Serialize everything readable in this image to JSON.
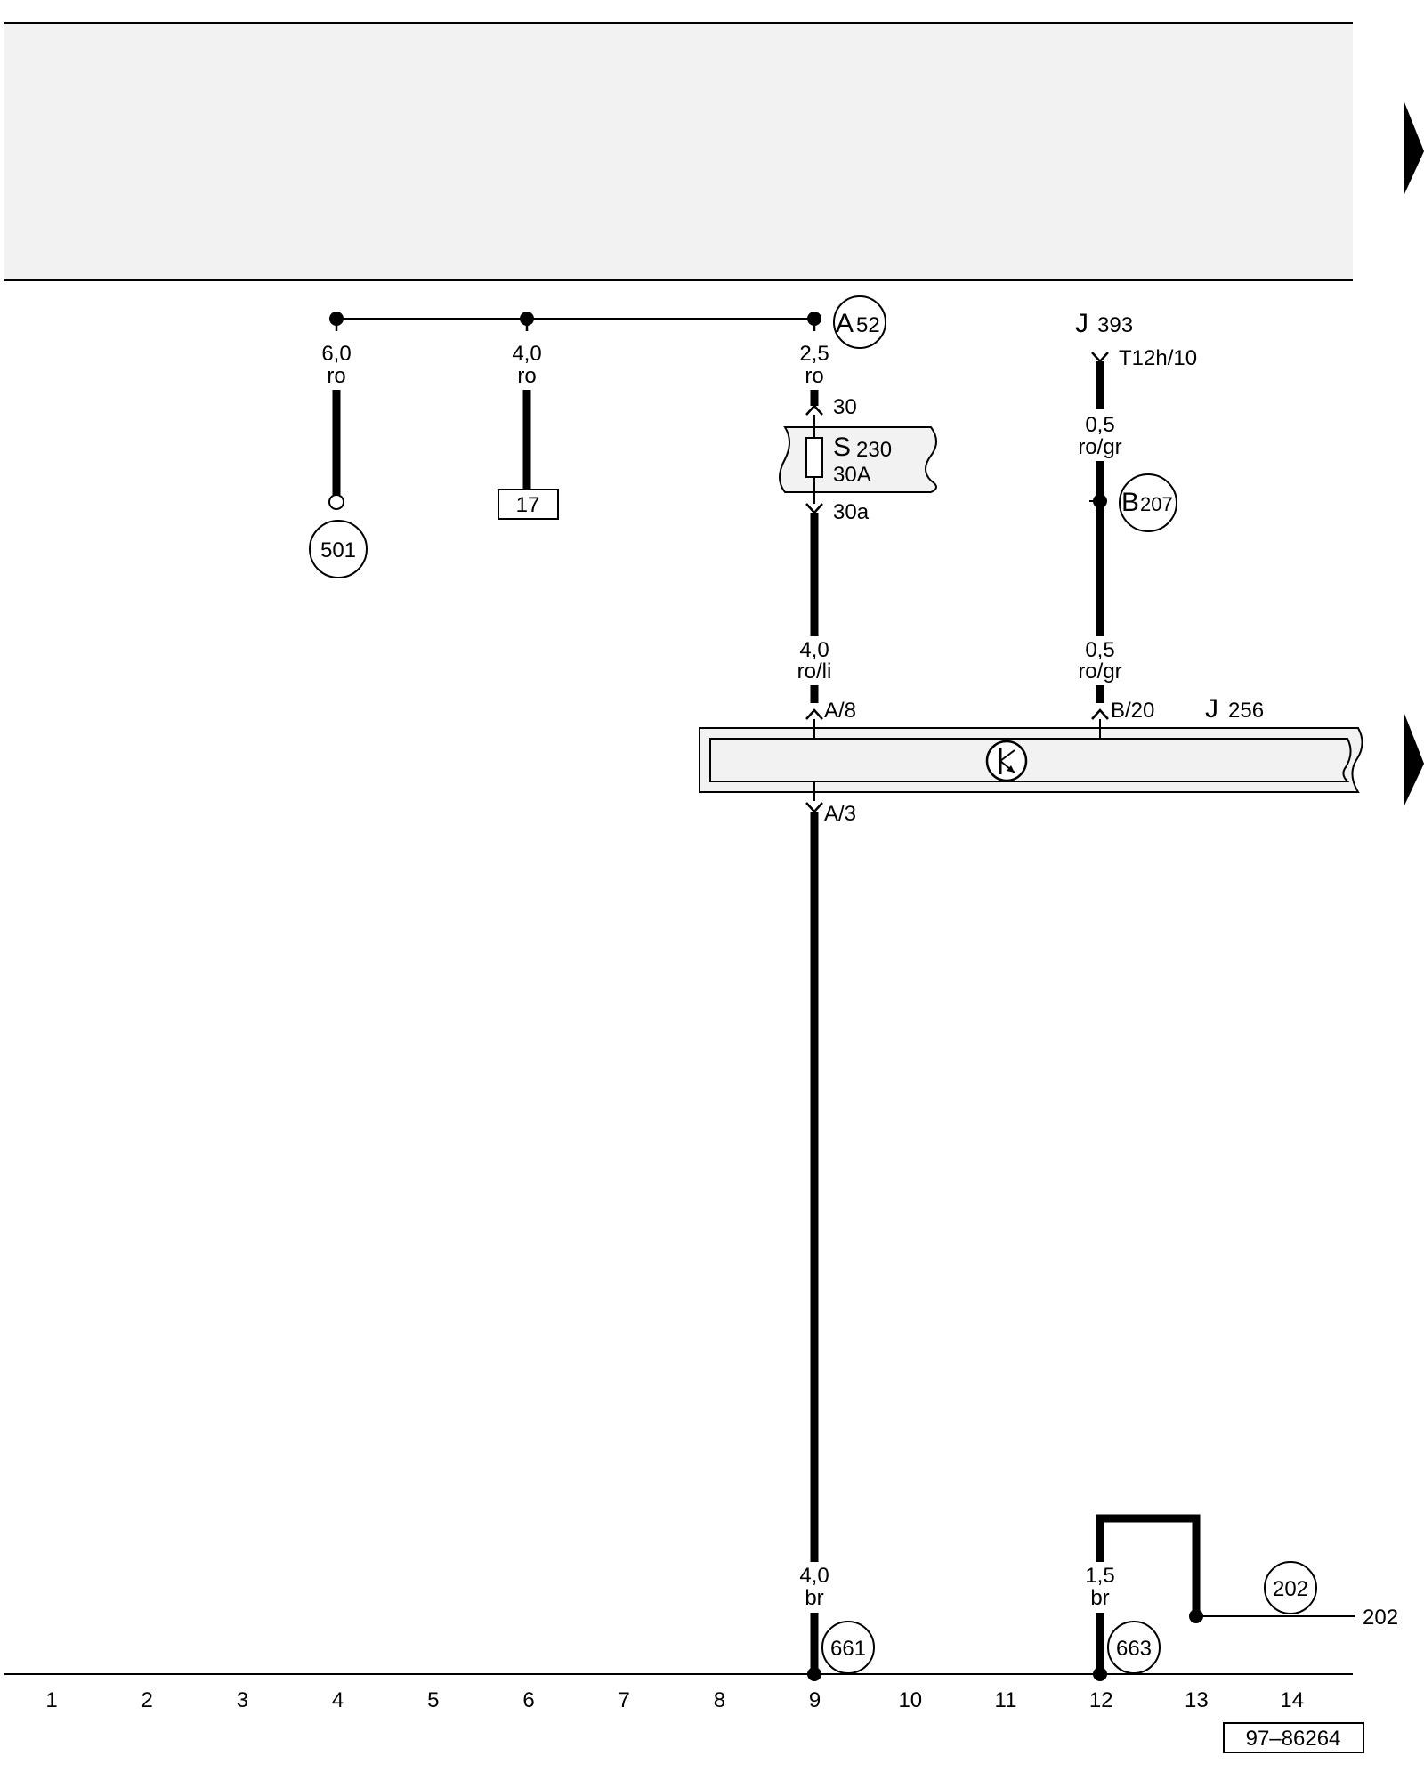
{
  "colors": {
    "line": "#000000",
    "panel": "#f2f2f2",
    "background": "#ffffff"
  },
  "wires": [
    {
      "size": "6,0",
      "color": "ro"
    },
    {
      "size": "4,0",
      "color": "ro"
    },
    {
      "size": "2,5",
      "color": "ro"
    },
    {
      "size": "0,5",
      "color": "ro/gr"
    },
    {
      "size": "4,0",
      "color": "ro/li"
    },
    {
      "size": "0,5",
      "color": "ro/gr"
    },
    {
      "size": "4,0",
      "color": "br"
    },
    {
      "size": "1,5",
      "color": "br"
    }
  ],
  "connection_a52": {
    "letter": "A",
    "number": "52"
  },
  "connection_b207": {
    "letter": "B",
    "number": "207"
  },
  "ref_501": "501",
  "ref_17": "17",
  "fuse": {
    "letter": "S",
    "number": "230",
    "rating": "30A",
    "pin_in": "30",
    "pin_out": "30a"
  },
  "relay_j393": {
    "letter": "J",
    "number": "393",
    "pin": "T12h/10"
  },
  "module_j256": {
    "letter": "J",
    "number": "256",
    "pin_a8": "A/8",
    "pin_b20": "B/20",
    "pin_a3": "A/3"
  },
  "ground_points": [
    "661",
    "663",
    "202"
  ],
  "ground_202_line_label": "202",
  "scale": [
    "1",
    "2",
    "3",
    "4",
    "5",
    "6",
    "7",
    "8",
    "9",
    "10",
    "11",
    "12",
    "13",
    "14"
  ],
  "figure_number": "97–86264"
}
